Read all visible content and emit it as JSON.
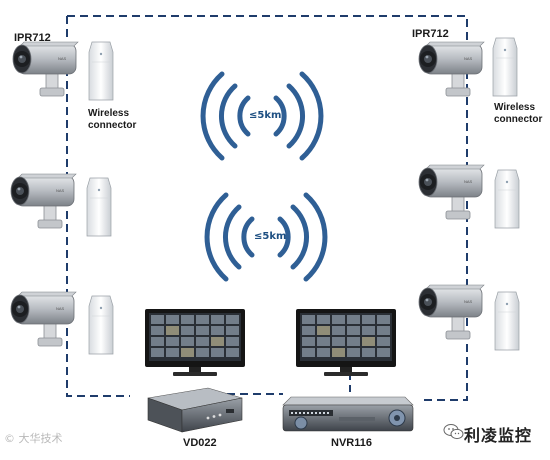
{
  "labels": {
    "camera_model_left": "IPR712",
    "camera_model_right": "IPR712",
    "connector_left": [
      "Wireless",
      "connector"
    ],
    "connector_right": [
      "Wireless",
      "connector"
    ],
    "range_top": "≤5km",
    "range_bottom": "≤5km",
    "decoder_model": "VD022",
    "recorder_model": "NVR116"
  },
  "watermark": {
    "left": "© 大华技术",
    "brand": "利凌监控"
  },
  "colors": {
    "link_line": "#1f3c6b",
    "signal_wave": "#2f5f95",
    "camera_body": "#b8bcc2",
    "camera_dark": "#3c3f44",
    "bridge_white": "#f4f6f8",
    "monitor_frame": "#1a1a1a",
    "device_body": "#5a5f66"
  },
  "icons": [
    "camera-icon",
    "wireless-bridge-icon",
    "wifi-signal-icon",
    "monitor-icon",
    "video-decoder-icon",
    "nvr-icon",
    "wechat-icon"
  ]
}
